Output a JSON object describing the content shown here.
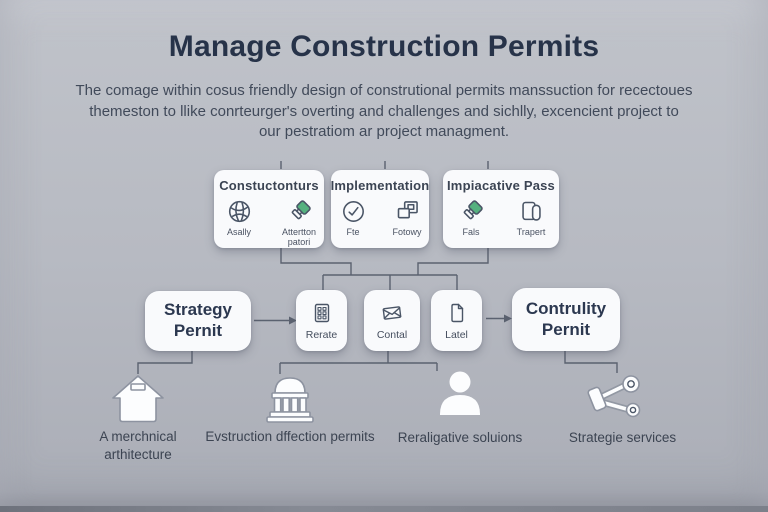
{
  "title": "Manage Construction Permits",
  "subtitle_lines": [
    "The comage within cosus friendly design of construtional permits manssuction for recectoues",
    "themeston to llike conrteurger's overting and challenges and sichlly, excencient project to",
    "our pestratiom ar project managment."
  ],
  "colors": {
    "accent_green": "#55b17f",
    "background": "#b7bac2",
    "title_text": "#273349",
    "connector": "#5b6270"
  },
  "category_boxes": [
    {
      "title": "Constuctonturs",
      "items": [
        {
          "icon": "globe-icon",
          "label": "Asally"
        },
        {
          "icon": "stamp-icon",
          "label": "Attertton patori"
        }
      ]
    },
    {
      "title": "Implementation",
      "items": [
        {
          "icon": "check-circle-icon",
          "label": "Fte"
        },
        {
          "icon": "windows-icon",
          "label": "Fotowy"
        }
      ]
    },
    {
      "title": "Impiacative Pass",
      "items": [
        {
          "icon": "stamp-icon",
          "label": "Fals"
        },
        {
          "icon": "document-cylinder-icon",
          "label": "Trapert"
        }
      ]
    }
  ],
  "flow": {
    "left_box_label": "Strategy Pernit",
    "steps": [
      {
        "icon": "spreadsheet-icon",
        "label": "Rerate"
      },
      {
        "icon": "envelope-icon",
        "label": "Contal"
      },
      {
        "icon": "page-icon",
        "label": "Latel"
      }
    ],
    "right_box_label": "Contrulity Pernit"
  },
  "services": [
    {
      "icon": "house-icon",
      "label": "A merchnical arthitecture"
    },
    {
      "icon": "capitol-icon",
      "label": "Evstruction dffection permits"
    },
    {
      "icon": "person-icon",
      "label": "Reraligative soluions"
    },
    {
      "icon": "network-icon",
      "label": "Strategie services"
    }
  ]
}
